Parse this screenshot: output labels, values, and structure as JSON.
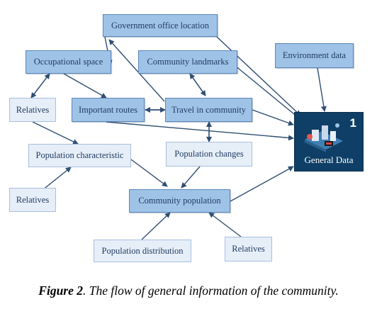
{
  "diagram": {
    "nodes": {
      "government_office_location": "Government office location",
      "occupational_space": "Occupational space",
      "community_landmarks": "Community landmarks",
      "environment_data": "Environment data",
      "relatives_top": "Relatives",
      "important_routes": "Important routes",
      "travel_in_community": "Travel in community",
      "population_characteristic": "Population characteristic",
      "population_changes": "Population changes",
      "relatives_mid": "Relatives",
      "community_population": "Community population",
      "population_distribution": "Population distribution",
      "relatives_bottom": "Relatives"
    },
    "general_data": {
      "number": "1",
      "label": "General Data"
    }
  },
  "caption": {
    "figure_label": "Figure 2",
    "text": ". The flow of general information of the community."
  },
  "colors": {
    "dark_node_fill": "#9fc3e7",
    "light_node_fill": "#e6eef8",
    "general_data_fill": "#0f3f66",
    "arrow": "#2f4f72"
  }
}
